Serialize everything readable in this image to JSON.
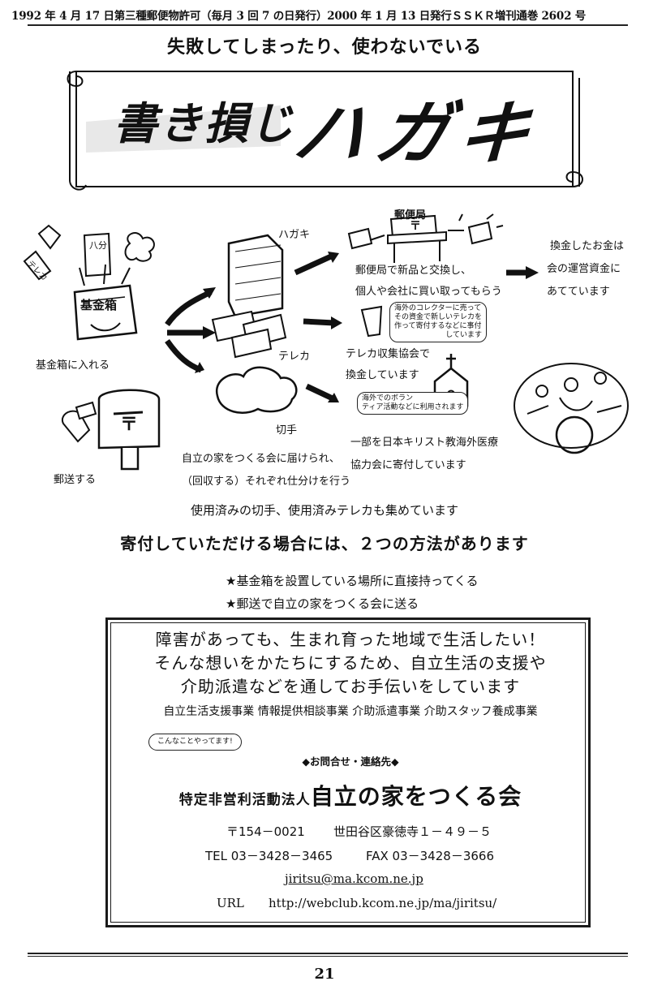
{
  "header": {
    "publication_info": "1992 年 4 月 17 日第三種郵便物許可（毎月 3 回 7 の日発行）2000 年 1 月 13 日発行ＳＳＫＲ増刊通巻 2602 号"
  },
  "banner": {
    "subtitle": "失敗してしまったり、使わないでいる",
    "title_part1": "書き損じ",
    "title_part2": "ハガキ"
  },
  "diagram": {
    "collection_box_sign": "基金箱",
    "telecard_sign": "テレカ",
    "hagaki_card_sign": "八分",
    "post_office_sign": "郵便局",
    "postmark_symbol": "〒",
    "label_fund_box": "基金箱に入れる",
    "label_mail": "郵送する",
    "label_hagaki": "ハガキ",
    "label_telecard": "テレカ",
    "label_stamps": "切手",
    "sorting_text": [
      "自立の家をつくる会に届けられ、",
      "（回収する）それぞれ仕分けを行う"
    ],
    "post_office_text": [
      "郵便局で新品と交換し、",
      "個人や会社に買い取ってもらう"
    ],
    "telecard_text": [
      "テレカ収集協会で",
      "換金しています"
    ],
    "church_text": [
      "一部を日本キリスト教海外医療",
      "協力会に寄付しています"
    ],
    "funds_text": [
      "換金したお金は",
      "会の運営資金に",
      "あてています"
    ],
    "bubble_collector": [
      "海外のコレクターに売って",
      "その資金で新しいテレカを",
      "作って寄付するなどに事付",
      "しています"
    ],
    "bubble_volunteer": [
      "海外でのボラン",
      "ティア活動などに利用されます"
    ]
  },
  "body": {
    "collect_sentence": "使用済みの切手、使用済みテレカも集めています",
    "methods_heading": "寄付していただける場合には、２つの方法があります",
    "methods": [
      "★基金箱を設置している場所に直接持ってくる",
      "★郵送で自立の家をつくる会に送る"
    ]
  },
  "infobox": {
    "lead_lines": [
      "障害があっても、生まれ育った地域で生活したい！",
      "そんな想いをかたちにするため、自立生活の支援や",
      "介助派遣などを通してお手伝いをしています"
    ],
    "services": "自立生活支援事業 情報提供相談事業 介助派遣事業 介助スタッフ養成事業",
    "bubble_note": "こんなことやってます!",
    "contact_heading": "◆お問合せ・連絡先◆",
    "org_prefix": "特定非営利活動法人",
    "org_name": "自立の家をつくる会",
    "postal": "〒154－0021",
    "address": "世田谷区豪徳寺１－４９－５",
    "tel": "TEL  03－3428－3465",
    "fax": "FAX  03－3428－3666",
    "email": "jiritsu@ma.kcom.ne.jp",
    "url_label": "URL",
    "url": "http://webclub.kcom.ne.jp/ma/jiritsu/"
  },
  "footer": {
    "page_number": "21"
  }
}
